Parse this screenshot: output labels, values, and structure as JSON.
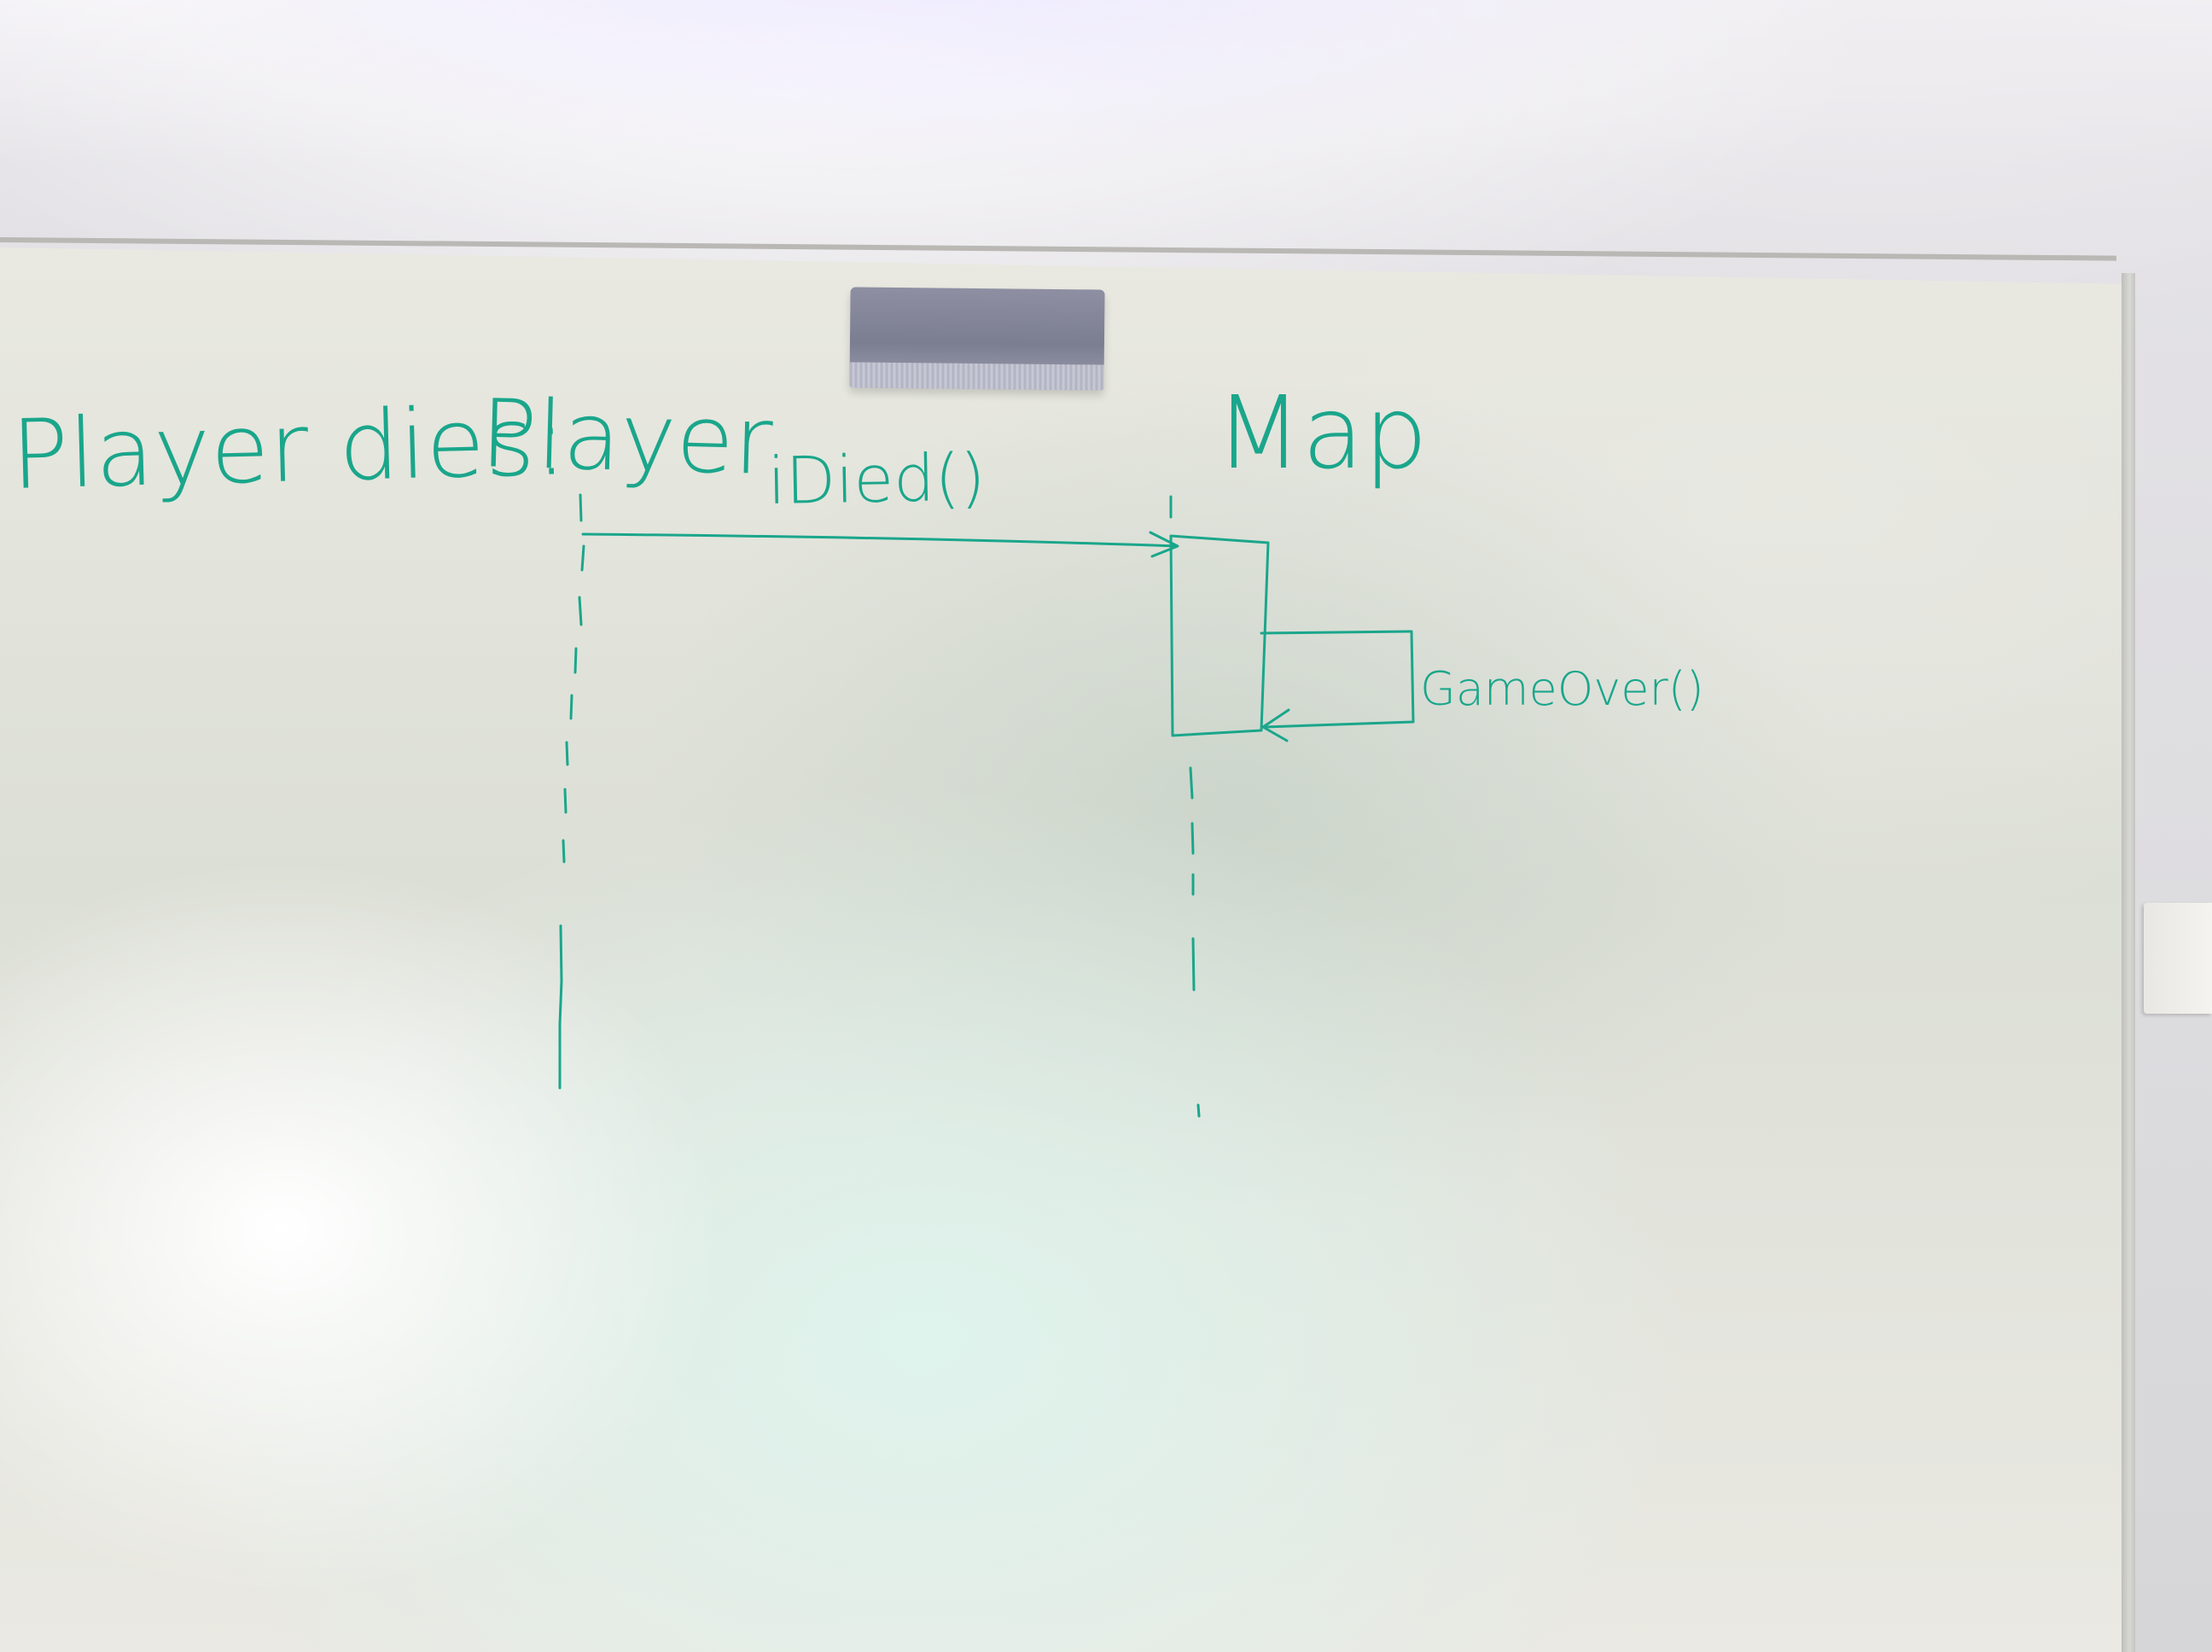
{
  "diagram": {
    "title": "Player dies:",
    "lifelines": [
      {
        "name": "Player"
      },
      {
        "name": "Map"
      }
    ],
    "messages": [
      {
        "label": "iDied()",
        "from": "Player",
        "to": "Map"
      },
      {
        "label": "GameOver()",
        "from": "Map",
        "to": "Map"
      }
    ]
  },
  "colors": {
    "ink": "#1aa68b",
    "board": "#e6e6df",
    "eraser": "#7f8195"
  }
}
